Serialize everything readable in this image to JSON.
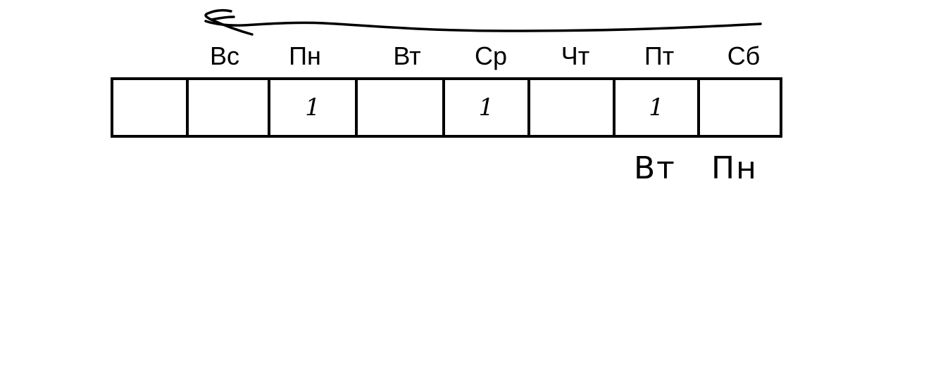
{
  "day_labels": [
    "Вс",
    "Пн",
    "Вт",
    "Ср",
    "Чт",
    "Пт",
    "Сб"
  ],
  "cells": [
    {
      "mark": ""
    },
    {
      "mark": ""
    },
    {
      "mark": "1"
    },
    {
      "mark": ""
    },
    {
      "mark": "1"
    },
    {
      "mark": ""
    },
    {
      "mark": "1"
    },
    {
      "mark": ""
    }
  ],
  "handwritten_labels": [
    "Вт",
    "Пн"
  ],
  "arrow": {
    "direction": "left",
    "color": "#000000"
  }
}
